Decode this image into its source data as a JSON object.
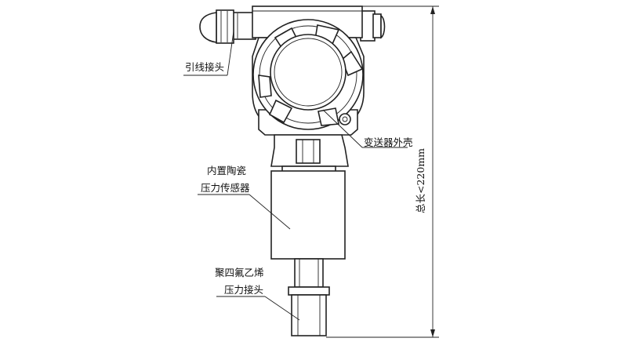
{
  "labels": {
    "lead_connector": "引线接头",
    "transmitter_housing": "变送器外壳",
    "sensor_line1": "内置陶瓷",
    "sensor_line2": "压力传感器",
    "ptfe_line1": "聚四氟乙烯",
    "ptfe_line2": "压力接头",
    "total_length": "总长<220mm"
  }
}
